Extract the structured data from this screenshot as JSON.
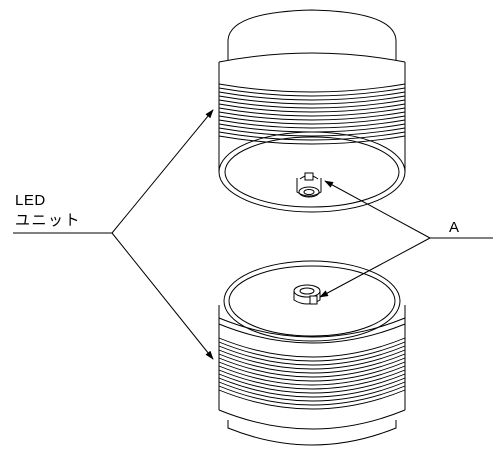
{
  "labels": {
    "unit_line1": "LED",
    "unit_line2": "ユニット",
    "part_a": "A"
  },
  "colors": {
    "stroke": "#000000",
    "background": "#ffffff"
  }
}
